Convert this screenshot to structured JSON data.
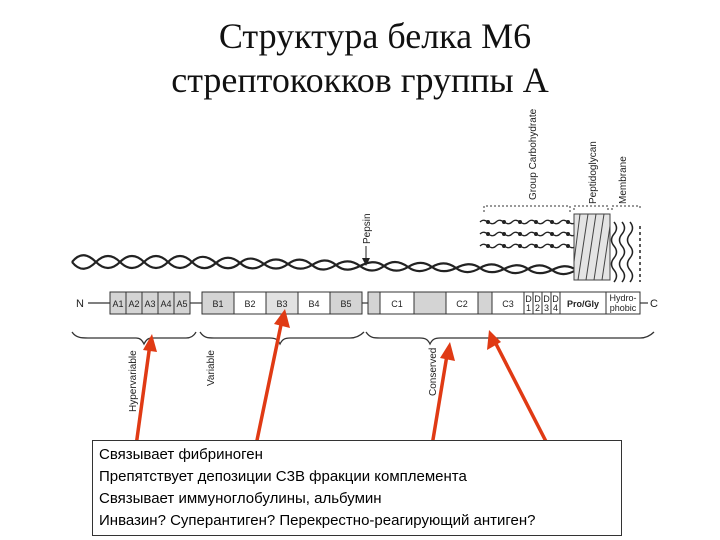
{
  "title": {
    "line1": "Структура белка М6",
    "line2": "стрептококков группы А"
  },
  "diagram": {
    "terminal_n": "N",
    "terminal_c": "C",
    "pepsin_label": "Pepsin",
    "top_labels": [
      "Group Carbohydrate",
      "Peptidoglycan",
      "Membrane"
    ],
    "bottom_labels": [
      "Hypervariable",
      "Variable",
      "Conserved"
    ],
    "segments": {
      "a1": "A1",
      "a2": "A2",
      "a3": "A3",
      "a4": "A4",
      "a5": "A5",
      "b1": "B1",
      "b2": "B2",
      "b3": "B3",
      "b4": "B4",
      "b5": "B5",
      "c1": "C1",
      "c2": "C2",
      "c3": "C3",
      "d1": "D",
      "d1n": "1",
      "d2": "D",
      "d2n": "2",
      "d3": "D",
      "d3n": "3",
      "d4": "D",
      "d4n": "4",
      "progly": "Pro/Gly",
      "hydro1": "Hydro-",
      "hydro2": "phobic"
    }
  },
  "info_box": {
    "lines": [
      "Связывает фибриноген",
      "Препятствует депозиции С3В фракции комплемента",
      "Связывает иммуноглобулины, альбумин",
      "Инвазин? Суперантиген? Перекрестно-реагирующий антиген?"
    ]
  },
  "colors": {
    "arrow": "#e03a14",
    "segment_fill": "#d4d4d4",
    "outline": "#333333"
  }
}
